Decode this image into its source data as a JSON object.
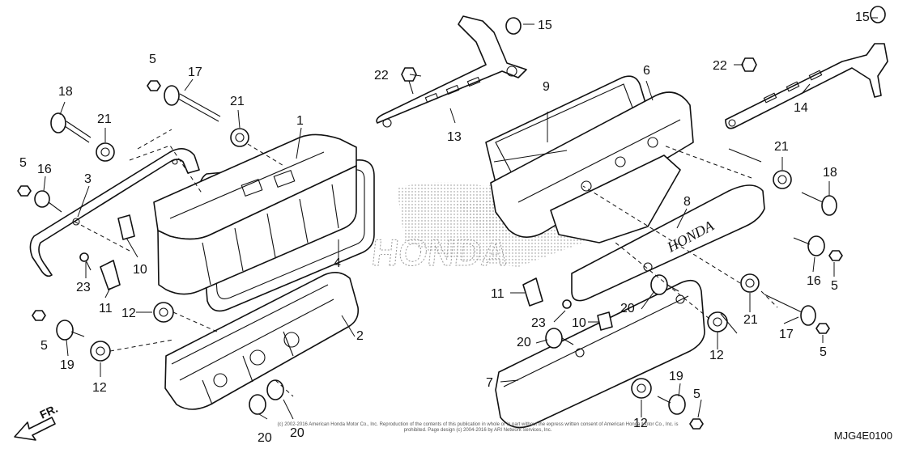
{
  "diagram": {
    "diagram_code": "MJG4E0100",
    "direction_label": "FR.",
    "brand_mark": "HONDA",
    "footer_text": "(c) 2002-2016 American Honda Motor Co., Inc. Reproduction of the contents of this publication in whole or in part without the express written consent of American Honda Motor Co., Inc. is prohibited. Page design (c) 2004-2016 by ARI Network Services, Inc.",
    "callouts": [
      {
        "id": "c1",
        "text": "1"
      },
      {
        "id": "c2",
        "text": "2"
      },
      {
        "id": "c3",
        "text": "3"
      },
      {
        "id": "c4",
        "text": "4"
      },
      {
        "id": "c5a",
        "text": "5"
      },
      {
        "id": "c5b",
        "text": "5"
      },
      {
        "id": "c5c",
        "text": "5"
      },
      {
        "id": "c5d",
        "text": "5"
      },
      {
        "id": "c5e",
        "text": "5"
      },
      {
        "id": "c5f",
        "text": "5"
      },
      {
        "id": "c6",
        "text": "6"
      },
      {
        "id": "c7",
        "text": "7"
      },
      {
        "id": "c8",
        "text": "8"
      },
      {
        "id": "c9",
        "text": "9"
      },
      {
        "id": "c10a",
        "text": "10"
      },
      {
        "id": "c10b",
        "text": "10"
      },
      {
        "id": "c11a",
        "text": "11"
      },
      {
        "id": "c11b",
        "text": "11"
      },
      {
        "id": "c12a",
        "text": "12"
      },
      {
        "id": "c12b",
        "text": "12"
      },
      {
        "id": "c12c",
        "text": "12"
      },
      {
        "id": "c12d",
        "text": "12"
      },
      {
        "id": "c13",
        "text": "13"
      },
      {
        "id": "c14",
        "text": "14"
      },
      {
        "id": "c15a",
        "text": "15"
      },
      {
        "id": "c15b",
        "text": "15"
      },
      {
        "id": "c16a",
        "text": "16"
      },
      {
        "id": "c16b",
        "text": "16"
      },
      {
        "id": "c17a",
        "text": "17"
      },
      {
        "id": "c17b",
        "text": "17"
      },
      {
        "id": "c18a",
        "text": "18"
      },
      {
        "id": "c18b",
        "text": "18"
      },
      {
        "id": "c19a",
        "text": "19"
      },
      {
        "id": "c19b",
        "text": "19"
      },
      {
        "id": "c20a",
        "text": "20"
      },
      {
        "id": "c20b",
        "text": "20"
      },
      {
        "id": "c20c",
        "text": "20"
      },
      {
        "id": "c20d",
        "text": "20"
      },
      {
        "id": "c21a",
        "text": "21"
      },
      {
        "id": "c21b",
        "text": "21"
      },
      {
        "id": "c21c",
        "text": "21"
      },
      {
        "id": "c21d",
        "text": "21"
      },
      {
        "id": "c22a",
        "text": "22"
      },
      {
        "id": "c22b",
        "text": "22"
      },
      {
        "id": "c23a",
        "text": "23"
      },
      {
        "id": "c23b",
        "text": "23"
      }
    ]
  }
}
